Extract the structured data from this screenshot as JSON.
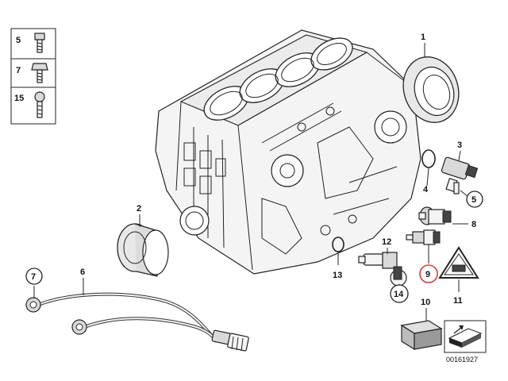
{
  "diagram": {
    "legend": [
      {
        "number": "5"
      },
      {
        "number": "7"
      },
      {
        "number": "15"
      }
    ],
    "callouts": [
      {
        "number": "1"
      },
      {
        "number": "2"
      },
      {
        "number": "3"
      },
      {
        "number": "4"
      },
      {
        "number": "5"
      },
      {
        "number": "6"
      },
      {
        "number": "7"
      },
      {
        "number": "8"
      },
      {
        "number": "9",
        "highlighted": true
      },
      {
        "number": "10"
      },
      {
        "number": "11"
      },
      {
        "number": "12"
      },
      {
        "number": "13"
      },
      {
        "number": "14"
      }
    ],
    "diagram_id": "00161927",
    "highlight_color": "#d83a3a"
  }
}
